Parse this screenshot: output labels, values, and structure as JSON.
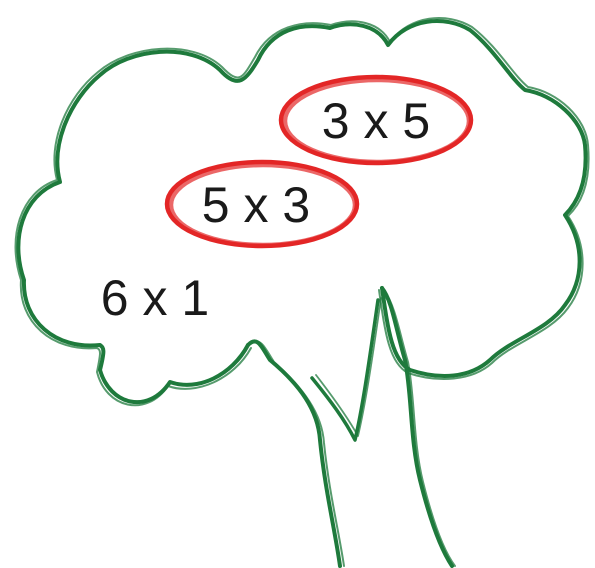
{
  "colors": {
    "tree_outline": "#1e7a3c",
    "circle_highlight": "#e32626",
    "text": "#1a1a1a",
    "background": "#ffffff"
  },
  "facts": [
    {
      "text": "3 x 5",
      "circled": true
    },
    {
      "text": "5 x 3",
      "circled": true
    },
    {
      "text": "6 x 1",
      "circled": false
    }
  ]
}
